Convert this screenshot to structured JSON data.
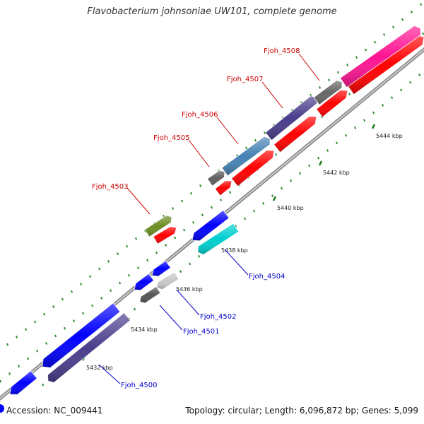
{
  "title": "Flavobacterium johnsoniae UW101, complete genome",
  "footer": {
    "accession": "Accession: NC_009441",
    "stats": "Topology: circular; Length: 6,096,872 bp; Genes: 5,099"
  },
  "colors": {
    "backbone": "#8a8a8a",
    "tick_major": "#1a7a1a",
    "tick_minor": "#2e8b2e",
    "forward_label": "#cc0000",
    "reverse_label": "#0000cc",
    "cds_forward": "#ff0000",
    "cds_reverse": "#0000ff"
  },
  "tick_labels": [
    "5432 kbp",
    "5434 kbp",
    "5436 kbp",
    "5438 kbp",
    "5440 kbp",
    "5442 kbp",
    "5444 kbp"
  ],
  "genes": [
    {
      "locus": "Fjoh_4500",
      "strand": "reverse",
      "color": "#4b3d8c"
    },
    {
      "locus": "Fjoh_4501",
      "strand": "reverse",
      "color": "#555555"
    },
    {
      "locus": "Fjoh_4502",
      "strand": "reverse",
      "color": "#c8c8c8"
    },
    {
      "locus": "Fjoh_4503",
      "strand": "forward",
      "color": "#6b8e23"
    },
    {
      "locus": "Fjoh_4504",
      "strand": "reverse",
      "color": "#00cfcf"
    },
    {
      "locus": "Fjoh_4505",
      "strand": "forward",
      "color": "#606060"
    },
    {
      "locus": "Fjoh_4506",
      "strand": "forward",
      "color": "#4682b4"
    },
    {
      "locus": "Fjoh_4507",
      "strand": "forward",
      "color": "#483d8b"
    },
    {
      "locus": "Fjoh_4508",
      "strand": "forward",
      "color": "#ff1493"
    }
  ],
  "other_features": [
    {
      "strand": "forward",
      "color": "#ff0000"
    },
    {
      "strand": "reverse",
      "color": "#0000ff"
    }
  ]
}
